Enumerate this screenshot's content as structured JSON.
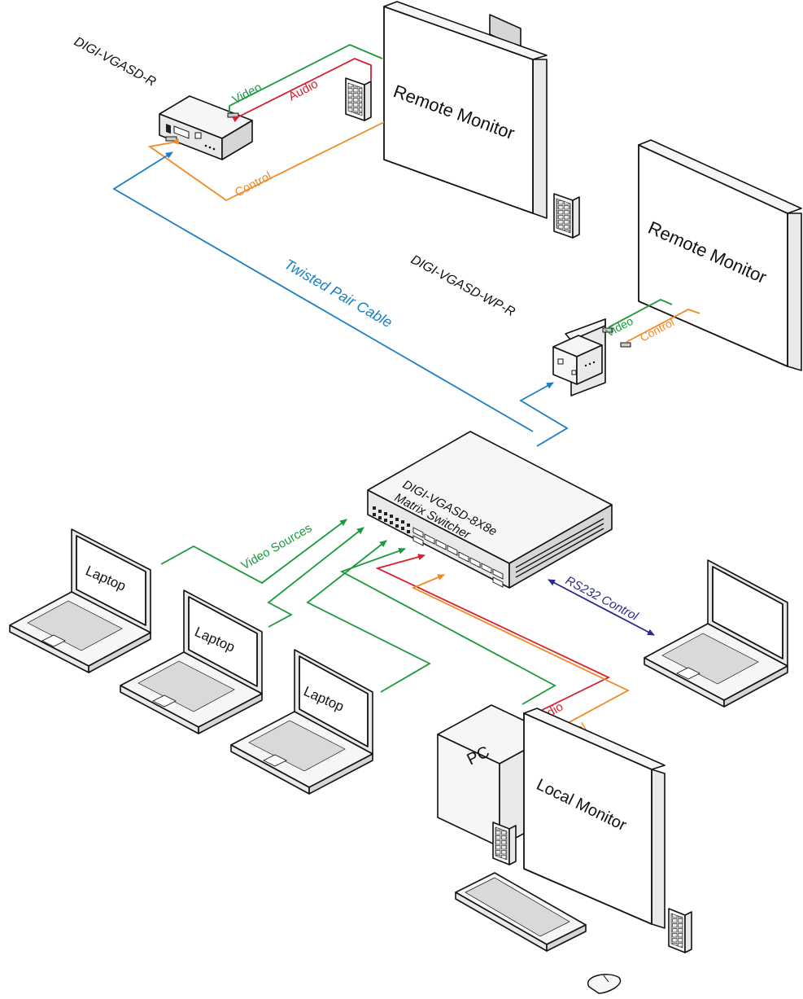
{
  "colors": {
    "video": "#1a9a3c",
    "audio": "#d6202c",
    "control": "#f08a24",
    "twisted_pair": "#1a7fc4",
    "rs232": "#2a2a8c"
  },
  "devices": {
    "receiver_box": "DIGI-VGASD-R",
    "receiver_wallplate": "DIGI-VGASD-WP-R",
    "matrix_switcher_line1": "DIGI-VGASD-8X8e",
    "matrix_switcher_line2": "Matrix Switcher",
    "remote_monitor_1": "Remote Monitor",
    "remote_monitor_2": "Remote Monitor",
    "local_monitor": "Local Monitor",
    "pc": "PC",
    "laptop_1": "Laptop",
    "laptop_2": "Laptop",
    "laptop_3": "Laptop"
  },
  "cables": {
    "video_top": "Video",
    "audio_top": "Audio",
    "control_top": "Control",
    "twisted_pair": "Twisted Pair Cable",
    "video_wp": "Video",
    "control_wp": "Control",
    "video_sources": "Video Sources",
    "rs232": "RS232 Control",
    "audio_pc": "Audio",
    "control_pc": "Control"
  }
}
